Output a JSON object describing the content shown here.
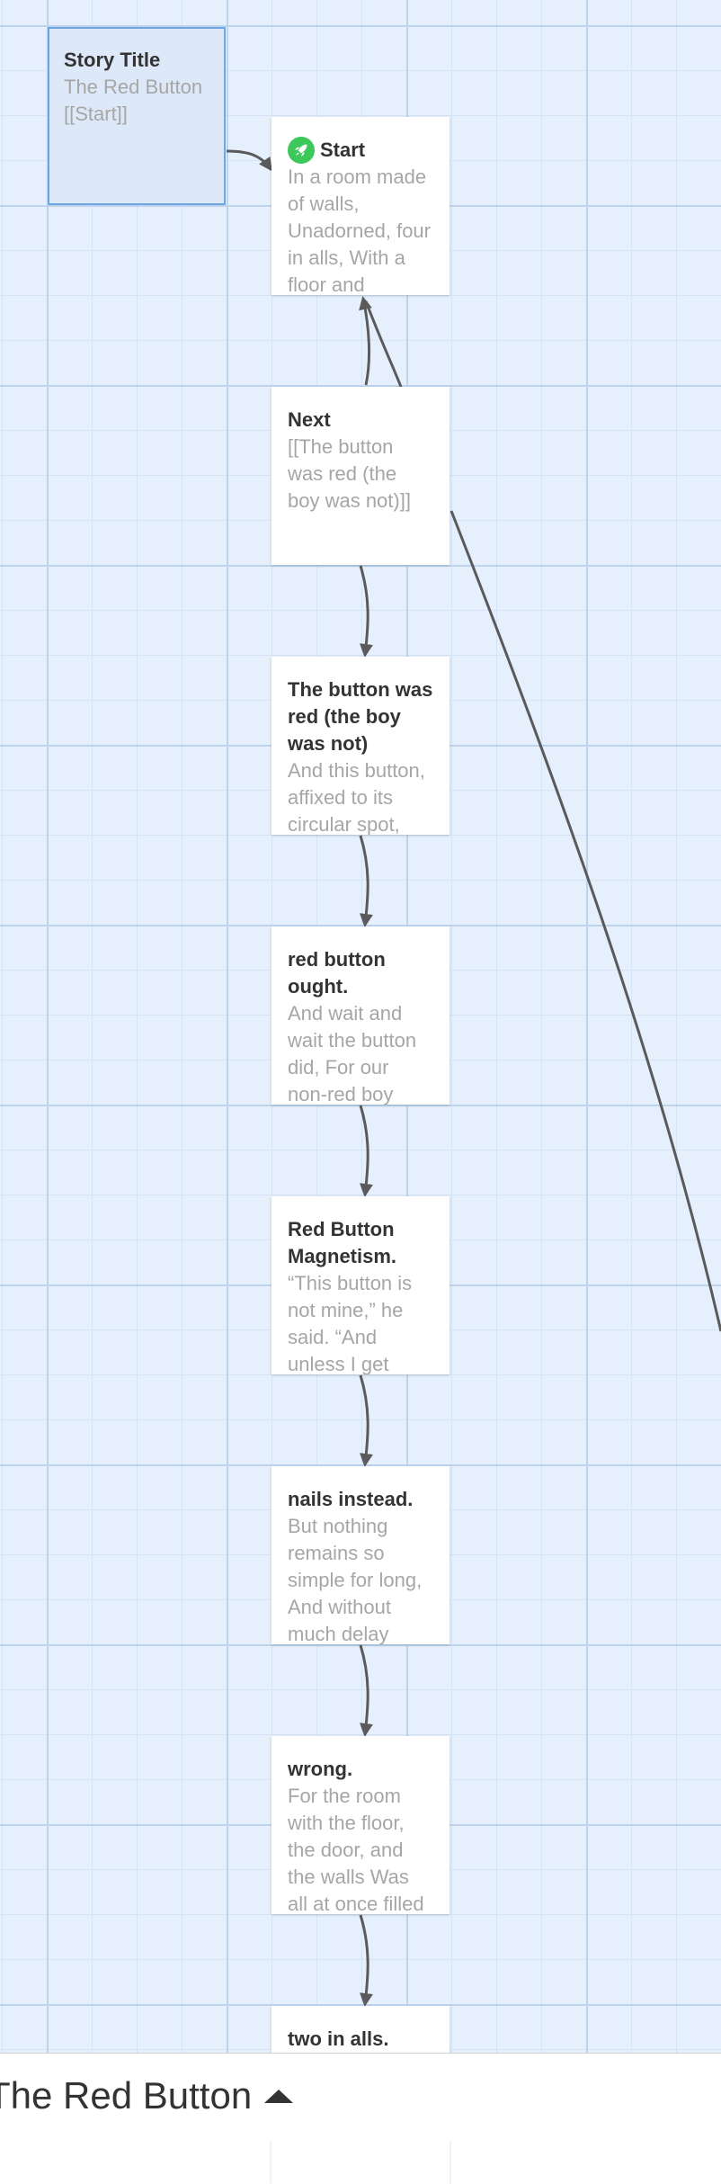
{
  "story": {
    "name": "The Red Button"
  },
  "passages": [
    {
      "title": "Story Title",
      "excerpt": "The Red Button [[Start]]"
    },
    {
      "title": "Start",
      "excerpt": "In a room made of walls, Unadorned, four in alls, With a floor and"
    },
    {
      "title": "Next",
      "excerpt": "[[The button was red (the boy was not)]]"
    },
    {
      "title": "The button was red (the boy was not)",
      "excerpt": "And this button, affixed to its circular spot,"
    },
    {
      "title": "red button ought.",
      "excerpt": "And wait and wait the button did, For our non-red boy"
    },
    {
      "title": "Red Button Magnetism.",
      "excerpt": "“This button is not mine,” he said. “And unless I get"
    },
    {
      "title": "nails instead.",
      "excerpt": "But nothing remains so simple for long, And without much delay"
    },
    {
      "title": "wrong.",
      "excerpt": "For the room with the floor, the door, and the walls Was all at once filled"
    },
    {
      "title": "two in alls.",
      "excerpt": ""
    }
  ],
  "icons": {
    "start": "rocket-icon",
    "story_menu": "caret-up-icon"
  },
  "colors": {
    "start_icon": "#3cc85a",
    "selected_border": "#6ea6e2",
    "grid_background": "#e6f0fc",
    "link_arrow": "#5a5a5a"
  }
}
